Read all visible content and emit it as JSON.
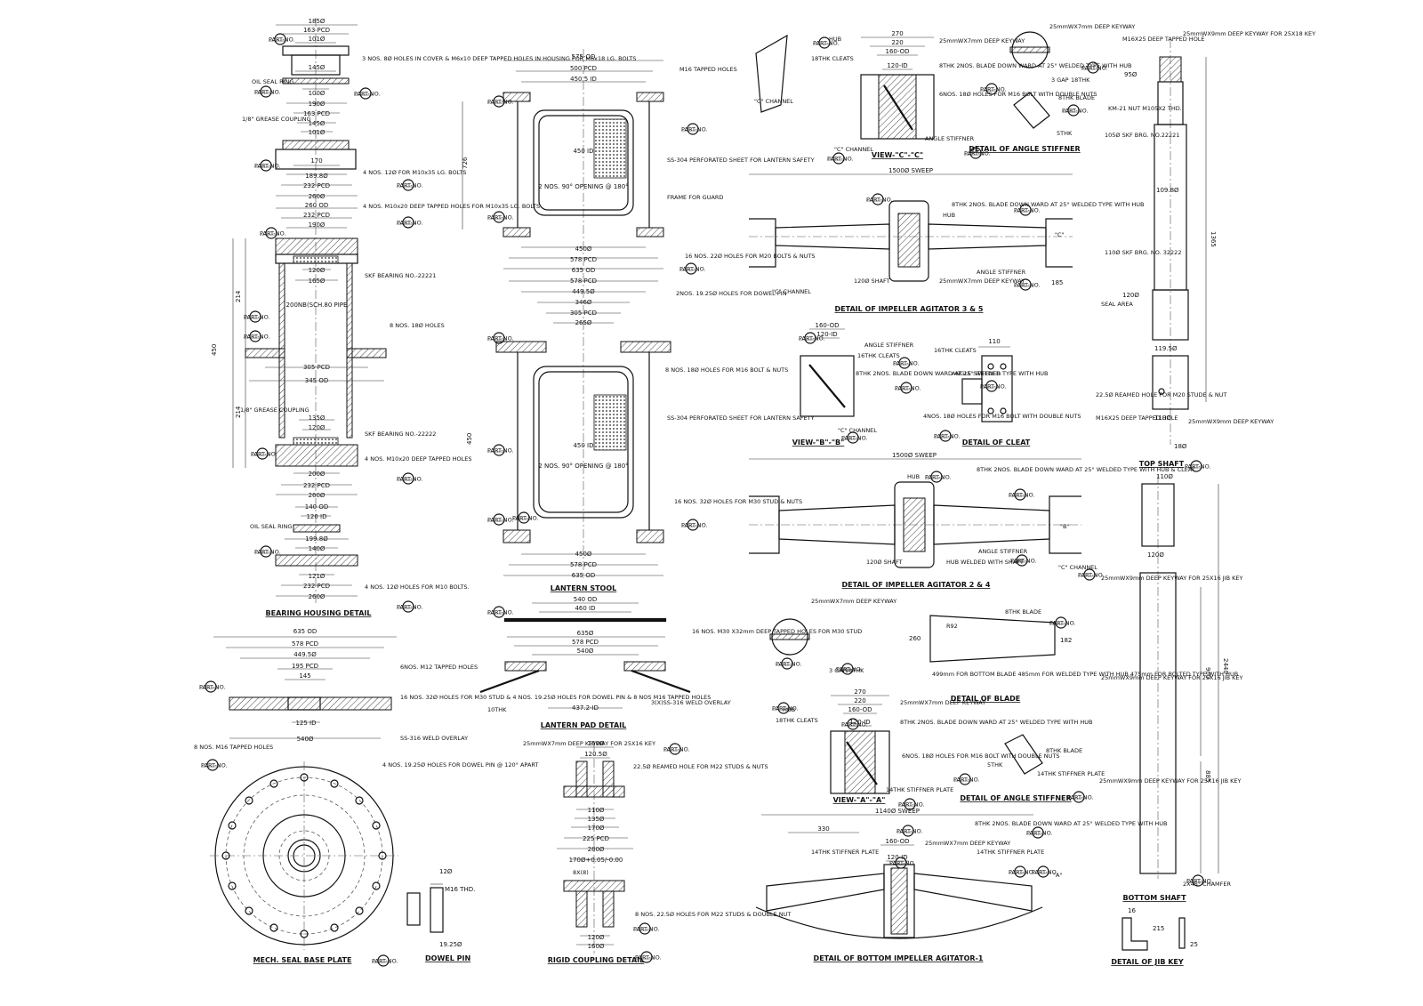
{
  "part_tag": "PART-NO.",
  "titles": {
    "bearing_housing": "BEARING HOUSING DETAIL",
    "lantern_stool": "LANTERN STOOL",
    "lantern_pad": "LANTERN PAD DETAIL",
    "mech_seal": "MECH. SEAL BASE PLATE",
    "dowel_pin": "DOWEL PIN",
    "rigid_coupling": "RIGID COUPLING DETAIL",
    "view_c": "VIEW-\"C\"-\"C\"",
    "angle_stiffner_top": "DETAIL OF ANGLE STIFFNER",
    "impeller_35": "DETAIL OF IMPELLER AGITATOR 3 & 5",
    "view_b": "VIEW-\"B\"-\"B\"",
    "cleat": "DETAIL OF CLEAT",
    "impeller_24": "DETAIL OF IMPELLER AGITATOR 2 & 4",
    "blade": "DETAIL OF BLADE",
    "view_a": "VIEW-\"A\"-\"A\"",
    "angle_stiffner_mid": "DETAIL OF ANGLE STIFFNER",
    "bottom_impeller": "DETAIL OF BOTTOM IMPELLER AGITATOR-1",
    "top_shaft": "TOP SHAFT",
    "bottom_shaft": "BOTTOM SHAFT",
    "jib_key": "DETAIL OF JIB KEY"
  },
  "bearing_housing": {
    "d185": "185Ø",
    "d163pcd": "163 PCD",
    "d101": "101Ø",
    "holes_note": "3 NOS. 8Ø HOLES IN COVER & M6x10 DEEP TAPPED HOLES IN HOUSING FOR M6x18 LG. BOLTS",
    "oil_seal": "OIL SEAL RING",
    "d145": "145Ø",
    "d100": "100Ø",
    "d190": "190Ø",
    "d163pcd2": "163 PCD",
    "d145b": "145Ø",
    "d101b": "101Ø",
    "grease": "1/8\" GREASE COUPLING",
    "d170": "170",
    "d189": "189.8Ø",
    "d232pcd": "232 PCD",
    "d260": "260Ø",
    "holes12": "4 NOS. 12Ø FOR M10x35 LG. BOLTS",
    "d260od": "260 OD",
    "d232pcd2": "232 PCD",
    "d190b": "190Ø",
    "holesm10": "4 NOS. M10x20 DEEP TAPPED HOLES FOR M10x35 LG. BOLTS",
    "d120": "120Ø",
    "d165": "165Ø",
    "skf1": "SKF BEARING NO.-22221",
    "pipe": "200NB(SCH.80 PIPE",
    "h450": "450",
    "h214": "214",
    "h214b": "214",
    "holes18": "8 NOS. 18Ø HOLES",
    "d305pcd": "305 PCD",
    "d345od": "345 OD",
    "grease2": "1/8\" GREASE COUPLING",
    "d135": "135Ø",
    "d120b": "120Ø",
    "skf2": "SKF BEARING NO.-22222",
    "holesm10b": "4 NOS. M10x20 DEEP TAPPED HOLES",
    "d200": "200Ø",
    "d232pcd3": "232 PCD",
    "d260c": "260Ø",
    "d140od": "140 OD",
    "d120id": "120 ID",
    "oil_seal2": "OIL SEAL RING",
    "d199": "199.8Ø",
    "d140": "140Ø",
    "d121": "121Ø",
    "d232pcd4": "232 PCD",
    "d260d": "260Ø",
    "holes12b": "4 NOS. 12Ø HOLES FOR M10 BOLTS."
  },
  "lantern_stool": {
    "od575": "575-OD",
    "d500": "500 PCD",
    "d450": "450.5 ID",
    "m16": "M16 TAPPED HOLES",
    "h726": "726",
    "id450": "450 ID",
    "opening": "2 NOS. 90° OPENING @ 180°",
    "ss304": "SS-304 PERFORATED SHEET FOR LANTERN SAFETY",
    "frame": "FRAME FOR GUARD",
    "d450b": "450Ø",
    "d578": "578 PCD",
    "d635": "635 OD",
    "holes22": "16 NOS. 22Ø HOLES FOR M20 BOLTS & NUTS",
    "d578b": "578 PCD",
    "d449": "449.5Ø",
    "d346": "346Ø",
    "d305": "305 PCD",
    "d265": "265Ø",
    "dowel": "2NOS. 19.25Ø HOLES FOR DOWEL PIN",
    "holes18": "8 NOS. 18Ø HOLES FOR M16 BOLT & NUTS",
    "h450": "450",
    "id450b": "450 ID",
    "opening2": "2 NOS. 90° OPENING @ 180°",
    "ss304b": "SS-304 PERFORATED SHEET FOR LANTERN SAFETY",
    "holes32": "16 NOS. 32Ø HOLES FOR M30 STUD & NUTS",
    "d450c": "450Ø",
    "d578c": "578 PCD",
    "d635c": "635 OD"
  },
  "lantern_pad": {
    "od540": "540 OD",
    "id460": "460 ID",
    "d635": "635Ø",
    "d578": "578 PCD",
    "d540": "540Ø",
    "m30": "16 NOS. M30 X32mm DEEP TAPPED HOLES FOR M30 STUD",
    "thk": "10THK",
    "id437": "437.2-ID",
    "weld": "3(X)SS-316 WELD OVERLAY"
  },
  "mech_seal": {
    "od635": "635 OD",
    "d578": "578 PCD",
    "d449": "449.5Ø",
    "d195": "195 PCD",
    "d145": "145",
    "m12": "6NOS. M12 TAPPED HOLES",
    "holes32": "16 NOS. 32Ø HOLES FOR M30 STUD & 4 NOS. 19.25Ø HOLES FOR DOWEL PIN & 8 NOS M16 TAPPED HOLES",
    "id125": "125 ID",
    "d540": "540Ø",
    "weld": "SS-316 WELD OVERLAY",
    "m16": "8 NOS. M16 TAPPED HOLES",
    "dowel": "4 NOS. 19.25Ø HOLES FOR DOWEL PIN @ 120° APART",
    "d12": "12Ø",
    "m16thd": "M16 THD.",
    "d1925": "19.25Ø"
  },
  "rigid_coupling": {
    "keyway": "25mmWX7mm DEEP KEYWAY FOR 25X16 KEY",
    "d160": "160Ø",
    "d120": "120.5Ø",
    "reamed": "22.5Ø REAMED HOLE FOR M22 STUDS & NUTS",
    "d110": "110Ø",
    "d135": "135Ø",
    "d170": "170Ø",
    "d225": "225 PCD",
    "d280": "280Ø",
    "fit": "170Ø+0.05/-0.00",
    "h8x8": "8X(8)",
    "holes": "8 NOS. 22.5Ø HOLES FOR M22 STUDS & DOUBLE NUT",
    "d120b": "120Ø",
    "d160b": "160Ø"
  },
  "agitator": {
    "hub": "HUB",
    "cleats": "18THK CLEATS",
    "od160": "160-OD",
    "id120": "120-ID",
    "d270": "270",
    "d220": "220",
    "keyway": "25mmWX7mm DEEP KEYWAY",
    "blade_note": "8THK 2NOS. BLADE DOWN WARD AT 25° WELDED TYPE WITH HUB",
    "bolts": "6NOS. 18Ø HOLES FOR M16 BOLT WITH DOUBLE NUTS",
    "stiff": "ANGLE STIFFNER",
    "channel": "\"C\" CHANNEL",
    "gap": "3 GAP",
    "thk18": "18THK",
    "blade8": "8THK BLADE",
    "thk5": "5THK",
    "sweep1500": "1500Ø SWEEP",
    "shaft120": "120Ø SHAFT",
    "arrow_c": "\"C\"",
    "h185": "185",
    "blade_cleat": "8THK 2NOS. BLADE DOWN WARD AT 25° WELDED TYPE WITH HUB & CLEAT",
    "hub_weld": "HUB WELDED WITH SHAFT",
    "arrow_b": "\"B\"",
    "cleats16": "16THK CLEATS",
    "cleat110": "110",
    "cleat_holes": "4NOS. 18Ø HOLES FOR M16 BOLT WITH DOUBLE NUTS",
    "blade_dims": "499mm FOR BOTTOM BLADE 485mm FOR WELDED TYPE WITH HUB 475mm FOR BOLTED TYPE WITH HUB",
    "r92": "R92",
    "h260": "260",
    "h182": "182",
    "stiff14": "14THK STIFFNER PLATE",
    "sweep1140": "1140Ø SWEEP",
    "arrow_a": "\"A\"",
    "d330": "330"
  },
  "shafts": {
    "top_tap": "M16X25 DEEP TAPPED HOLE",
    "top_key": "25mmWX9mm DEEP KEYWAY FOR 25X18 KEY",
    "d95": "95Ø",
    "nut": "KM-21 NUT M105X2 THD.",
    "skf105": "105Ø SKF BRG. NO.22221",
    "d1098": "109.8Ø",
    "l1365": "1365",
    "skf110": "110Ø SKF BRG. NO. 32222",
    "seal": "SEAL AREA",
    "d120": "120Ø",
    "d1194": "119.5Ø",
    "reamed": "22.5Ø REAMED HOLE FOR M20 STUDE & NUT",
    "bot_tap": "M16X25 DEEP TAPPED HOLE",
    "d110": "110Ø",
    "key9": "25mmWX9mm DEEP KEYWAY",
    "d18": "18Ø",
    "bs110": "110Ø",
    "bs120": "120Ø",
    "jib1": "25mmWX9mm DEEP KEYWAY FOR 25X16 JIB KEY",
    "jib2": "25mmWX9mm DEEP KEYWAY FOR 25X16 JIB KEY",
    "jib3": "25mmWX9mm DEEP KEYWAY FOR 25X16 JIB KEY",
    "l2440": "2440",
    "l900": "900",
    "l885": "885",
    "chamfer": "2X45° CHAMFER",
    "jib16": "16",
    "jib215": "215",
    "jib25": "25"
  }
}
